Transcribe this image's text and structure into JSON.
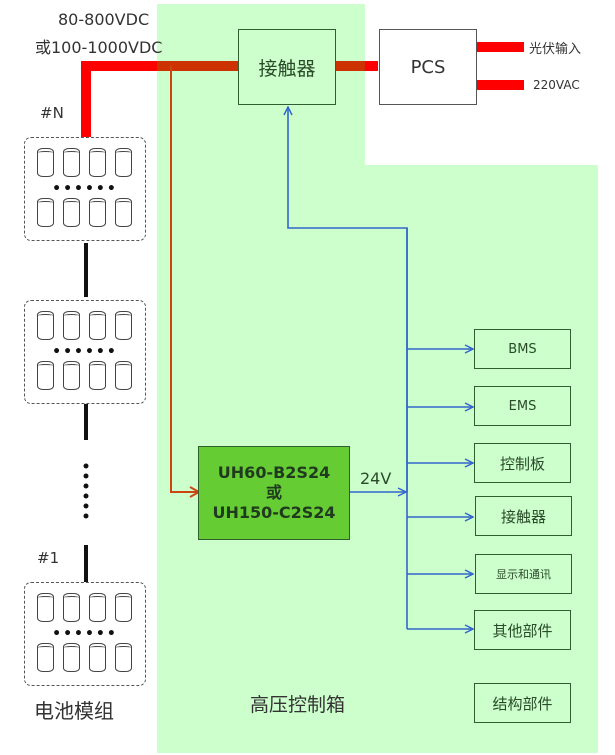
{
  "voltage_label": {
    "line1": "80-800VDC",
    "line2": "或100-1000VDC"
  },
  "battery": {
    "module_top_label": "#N",
    "module_bottom_label": "#1",
    "caption": "电池模组",
    "ellipsis": "••••••"
  },
  "hv_box": {
    "caption": "高压控制箱",
    "contactor_label": "接触器",
    "converter": {
      "line1": "UH60-B2S24",
      "line2": "或",
      "line3": "UH150-C2S24"
    },
    "output_voltage": "24V",
    "loads": [
      "BMS",
      "EMS",
      "控制板",
      "接触器",
      "显示和通讯",
      "其他部件"
    ],
    "structure_label": "结构部件"
  },
  "pcs": {
    "label": "PCS",
    "outputs": [
      "光伏输入",
      "220VAC"
    ]
  },
  "colors": {
    "hv_bus": "#ff0000",
    "hv_bus_in_box": "#cc3300",
    "tap_line": "#cc4411",
    "dc24_line": "#3366cc",
    "box_fill": "#ccffcc",
    "converter_fill": "#66cc33"
  }
}
